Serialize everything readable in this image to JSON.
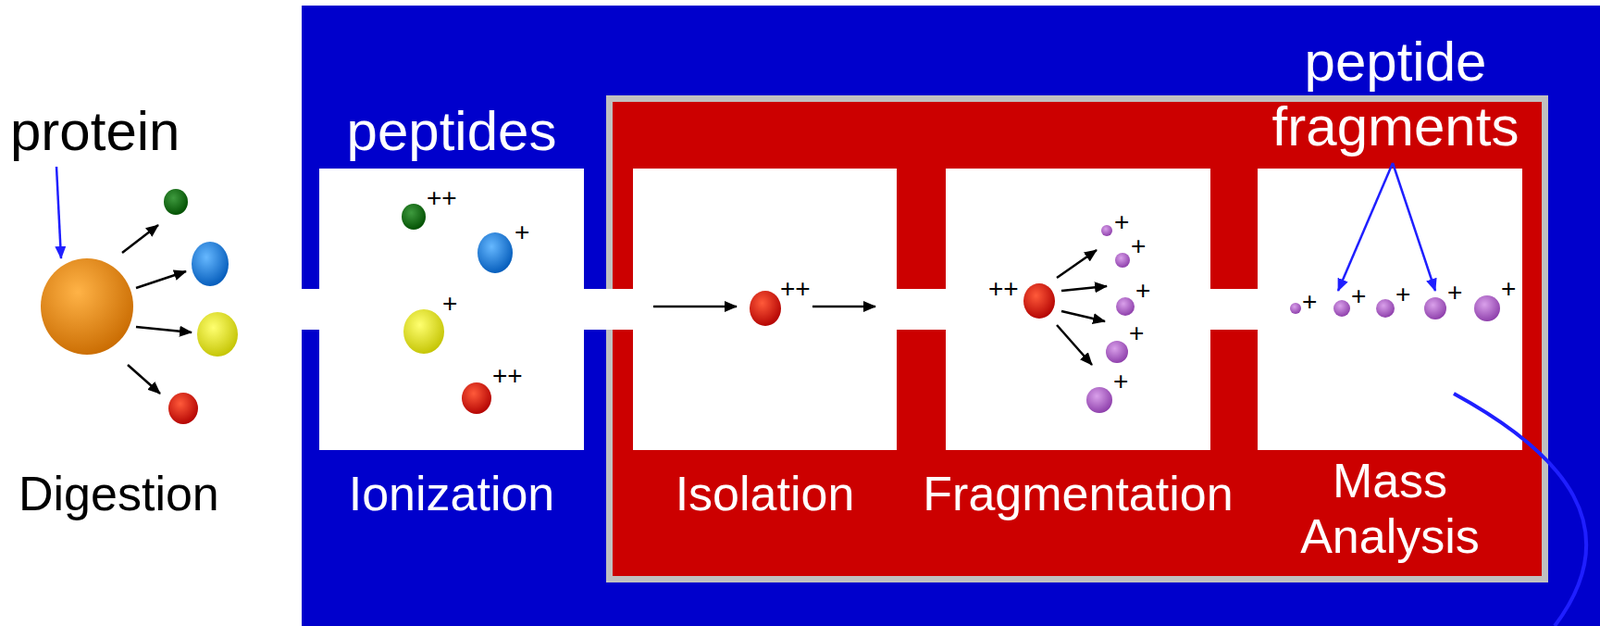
{
  "diagram": {
    "nodes": [
      {
        "text": [
          "peptides",
          "Ionization"
        ]
      },
      {
        "text": [
          "Isolation"
        ]
      },
      {
        "text": [
          "Fragmentation"
        ]
      },
      {
        "text": [
          "Mass Analysis"
        ]
      }
    ],
    "edges": [
      {
        "from": 0,
        "to": 1,
        "arrow": "none"
      },
      {
        "from": 1,
        "to": 2,
        "arrow": "none"
      },
      {
        "from": 2,
        "to": 3,
        "arrow": "none"
      }
    ],
    "labels": [
      "protein",
      "Digestion",
      "++",
      "+",
      "+",
      "++",
      "++",
      "++",
      "+",
      "+",
      "+",
      "+",
      "+",
      "peptide fragments",
      "+",
      "+",
      "+",
      "+",
      "+"
    ]
  }
}
